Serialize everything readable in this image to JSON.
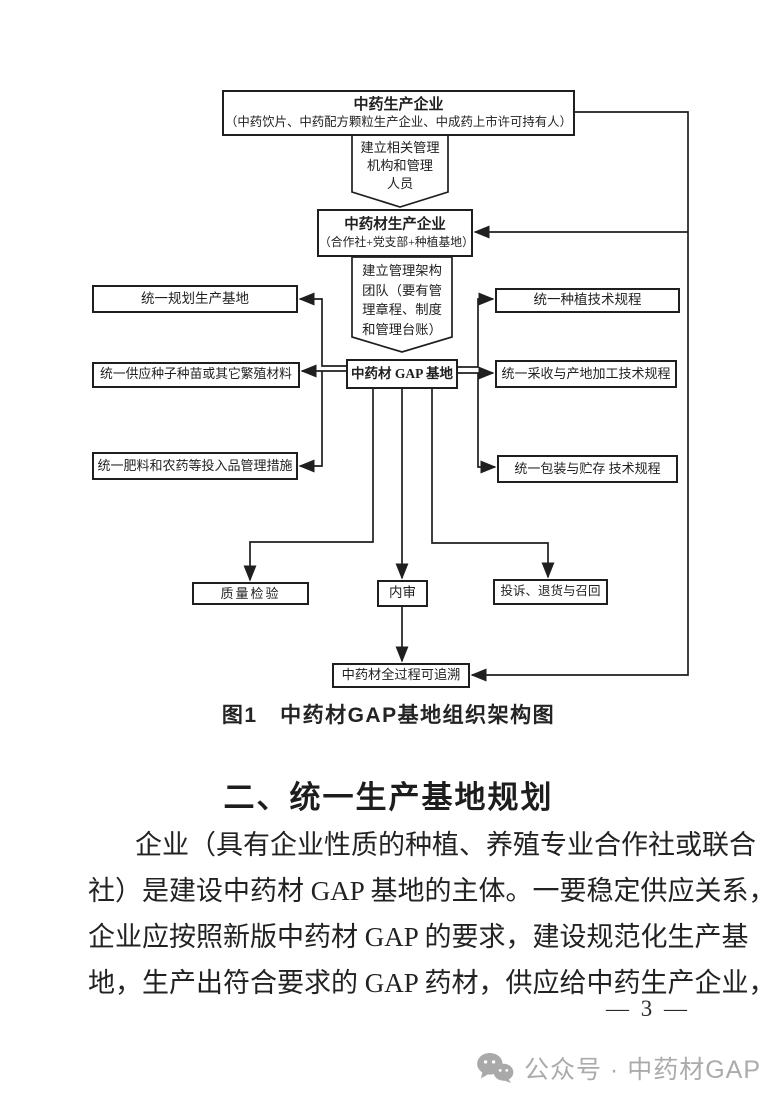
{
  "diagram": {
    "caption": "图1　中药材GAP基地组织架构图",
    "nodes": {
      "producer_title": "中药生产企业",
      "producer_sub": "（中药饮片、中药配方颗粒生产企业、中成药上市许可持有人）",
      "setup_org": [
        "建立相关管理",
        "机构和管理",
        "人员"
      ],
      "material_title": "中药材生产企业",
      "material_sub": "（合作社+党支部+种植基地）",
      "setup_team": [
        "建立管理架构",
        "团队（要有管",
        "理章程、制度",
        "和管理台账）"
      ],
      "gap_base": "中药材 GAP 基地",
      "left1": "统一规划生产基地",
      "left2": "统一供应种子种苗或其它繁殖材料",
      "left3": "统一肥料和农药等投入品管理措施",
      "right1": "统一种植技术规程",
      "right2": "统一采收与产地加工技术规程",
      "right3": "统一包装与贮存 技术规程",
      "bottom1": "质量检验",
      "bottom2": "内审",
      "bottom3": "投诉、退货与召回",
      "trace": "中药材全过程可追溯"
    }
  },
  "section": {
    "heading": "二、统一生产基地规划",
    "lines": [
      "企业（具有企业性质的种植、养殖专业合作社或联合",
      "社）是建设中药材 GAP 基地的主体。一要稳定供应关系，",
      "企业应按照新版中药材 GAP 的要求，建设规范化生产基",
      "地，生产出符合要求的 GAP 药材，供应给中药生产企业，"
    ]
  },
  "page": {
    "number": "— 3 —",
    "watermark_text": "公众号 · 中药材GAP",
    "watermark_icon": "wechat-icon"
  },
  "colors": {
    "ink": "#1f1f1f",
    "watermark_gray": "#ababab"
  }
}
